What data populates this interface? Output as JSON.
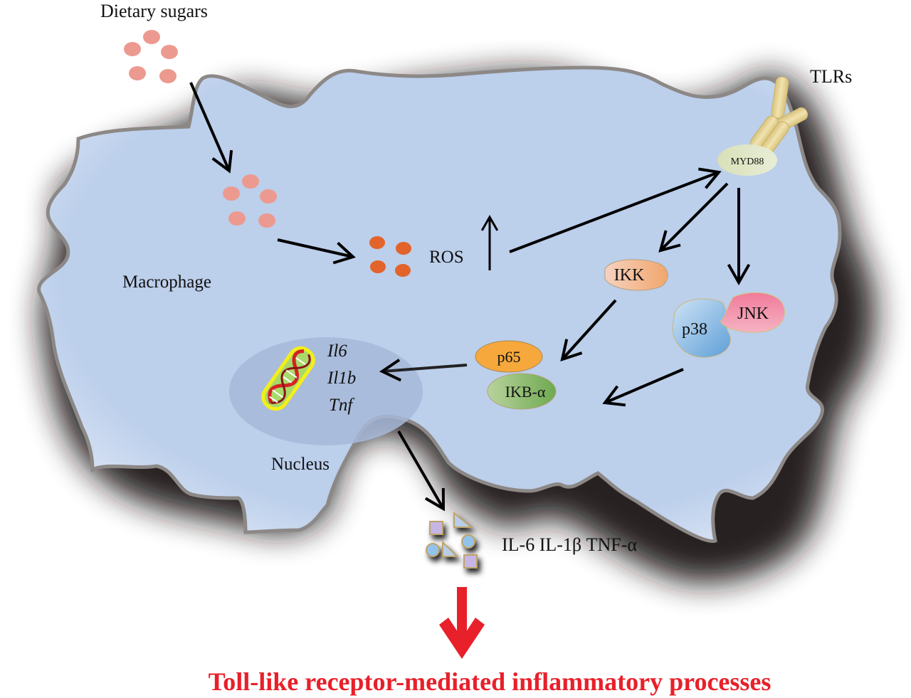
{
  "labels": {
    "dietary_sugars": "Dietary sugars",
    "tlrs": "TLRs",
    "myd88": "MYD88",
    "ros": "ROS",
    "macrophage": "Macrophage",
    "ikk": "IKK",
    "jnk": "JNK",
    "p38": "p38",
    "p65": "p65",
    "ikb_alpha": "IKB-α",
    "nucleus": "Nucleus",
    "cytokines": "IL-6 IL-1β TNF-α",
    "conclusion": "Toll-like receptor-mediated inflammatory processes"
  },
  "genes": [
    "Il6",
    "Il1b",
    "Tnf"
  ],
  "colors": {
    "cell_fill": "#bccfeb",
    "cell_border": "#8c8886",
    "sugar_dot": "#ec9a90",
    "ros_dot": "#e2642a",
    "nucleus_fill": "#a7b9d9",
    "myd88": "#cfd8b0",
    "ikk": "#f3b791",
    "jnk": "#ef8fa8",
    "p38": "#7fb1df",
    "p65": "#f6a83c",
    "ikb_alpha": "#96c07a",
    "tlr": "#e6d59a",
    "conclusion_red": "#e8202a"
  }
}
